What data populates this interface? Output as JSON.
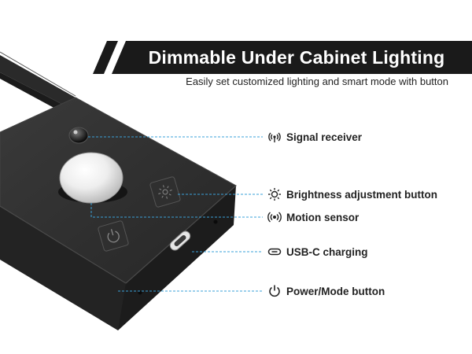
{
  "header": {
    "title": "Dimmable Under Cabinet Lighting",
    "subtitle": "Easily set customized lighting and smart mode with button"
  },
  "callouts": [
    {
      "label": "Signal receiver",
      "icon": "signal-icon"
    },
    {
      "label": "Brightness adjustment button",
      "icon": "sun-icon"
    },
    {
      "label": "Motion sensor",
      "icon": "motion-icon"
    },
    {
      "label": "USB-C charging",
      "icon": "usb-c-icon"
    },
    {
      "label": "Power/Mode button",
      "icon": "power-icon"
    }
  ],
  "colors": {
    "banner": "#1a1a1a",
    "callout_line": "#3aa0d8",
    "device": "#2b2b2b"
  }
}
